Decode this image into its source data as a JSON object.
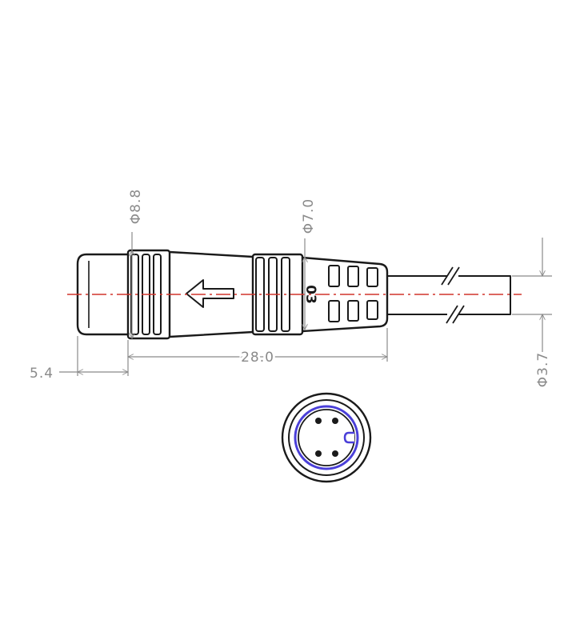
{
  "dimensions": {
    "body_diameter": "Φ8.8",
    "grip_diameter": "Φ7.0",
    "cable_diameter": "Φ3.7",
    "total_length": "28.0",
    "nose_length": "5.4"
  },
  "body_marking": "03",
  "colors": {
    "outline": "#1a1a1a",
    "dimension": "#8a8a8a",
    "centerline": "#d0342c",
    "contact_ring": "#4a3fd8"
  }
}
